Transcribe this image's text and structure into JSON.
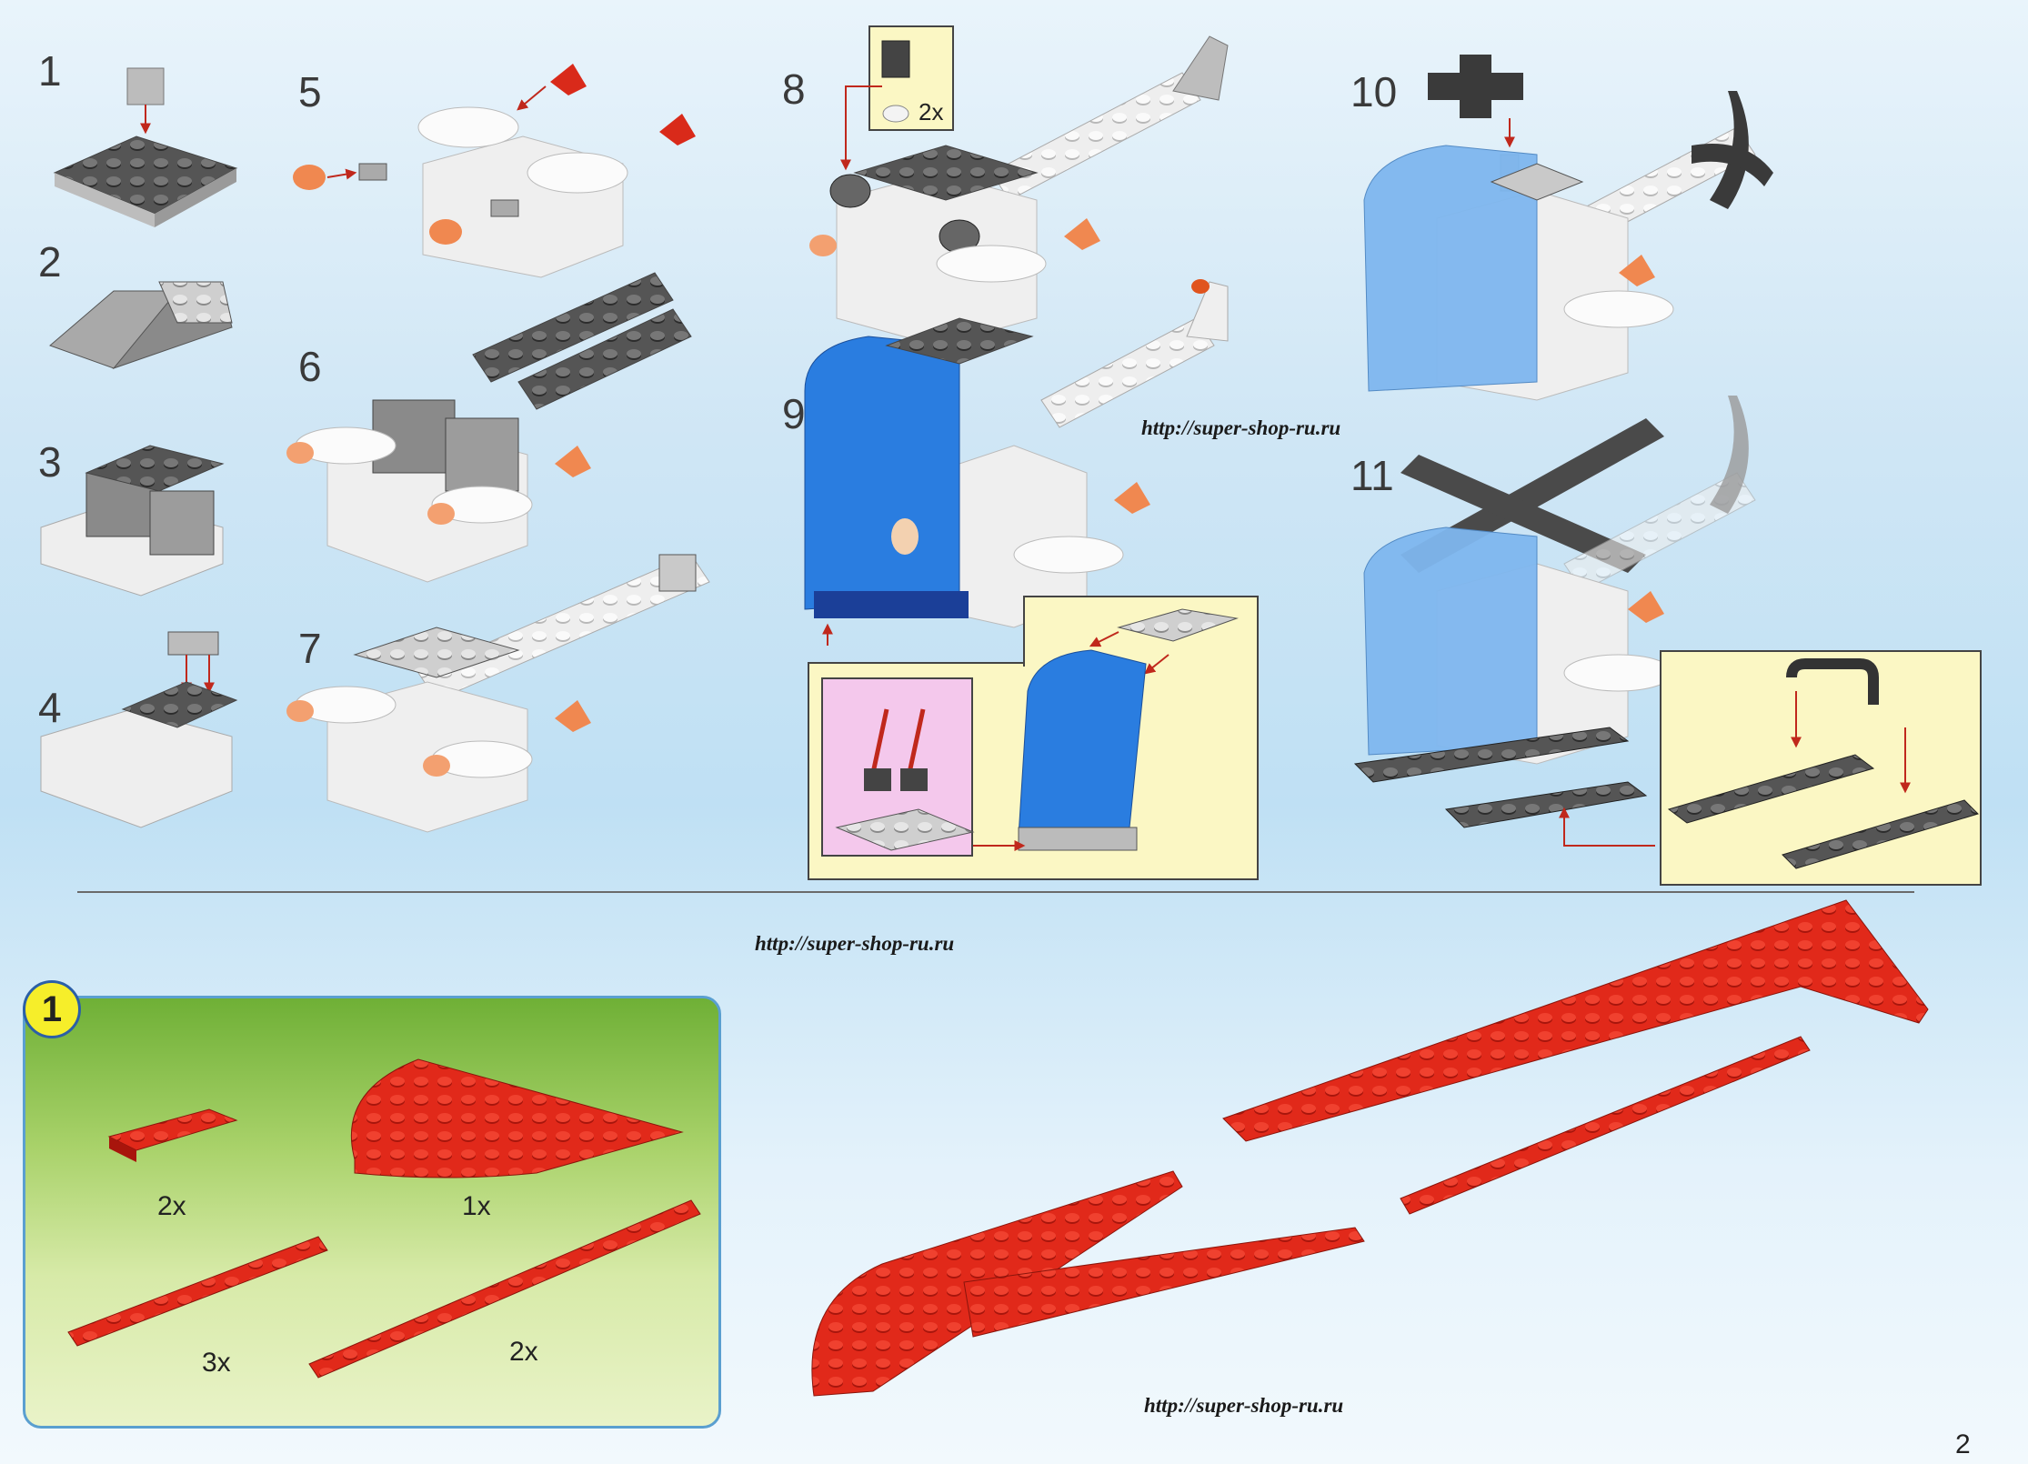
{
  "steps": {
    "s1": "1",
    "s2": "2",
    "s3": "3",
    "s4": "4",
    "s5": "5",
    "s6": "6",
    "s7": "7",
    "s8": "8",
    "s9": "9",
    "s10": "10",
    "s11": "11"
  },
  "watermark": "http://super-shop-ru.ru",
  "step8_qty": "2x",
  "parts_panel": {
    "badge": "1",
    "q1": "2x",
    "q2": "1x",
    "q3": "3x",
    "q4": "2x"
  },
  "page_number": "2",
  "colors": {
    "grey_brick": "#c9c9c9",
    "dark_grey": "#5a5a5a",
    "blue_canopy": "#2a7de0",
    "red_plate": "#e02a18",
    "orange_cone": "#f28a4a",
    "callout_yellow": "#fbf7c4",
    "callout_pink": "#f4c8ec",
    "badge_yellow": "#f6ee2a"
  }
}
